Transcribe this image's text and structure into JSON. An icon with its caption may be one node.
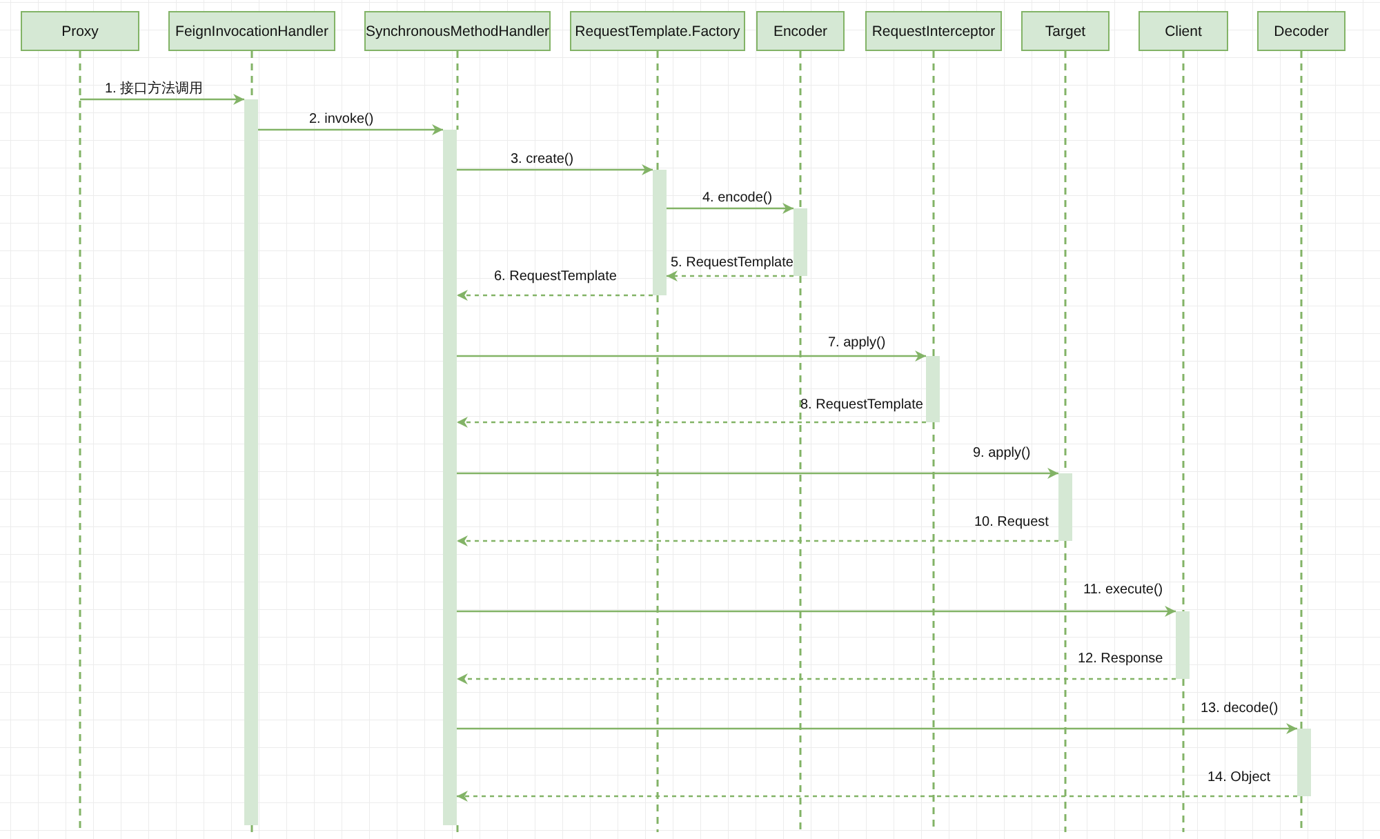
{
  "diagram": {
    "nodes": [
      {
        "text": [
          "Proxy"
        ]
      },
      {
        "text": [
          "FeignInvocationHandler"
        ]
      },
      {
        "text": [
          "SynchronousMethodHandler"
        ]
      },
      {
        "text": [
          "RequestTemplate.Factory"
        ]
      },
      {
        "text": [
          "Encoder"
        ]
      },
      {
        "text": [
          "RequestInterceptor"
        ]
      },
      {
        "text": [
          "Target"
        ]
      },
      {
        "text": [
          "Client"
        ]
      },
      {
        "text": [
          "Decoder"
        ]
      },
      {
        "text": [],
        "shape": "bar"
      },
      {
        "text": [],
        "shape": "bar"
      },
      {
        "text": [],
        "shape": "bar"
      },
      {
        "text": [],
        "shape": "bar"
      },
      {
        "text": [],
        "shape": "bar"
      },
      {
        "text": [],
        "shape": "bar"
      },
      {
        "text": [],
        "shape": "bar"
      },
      {
        "text": [],
        "shape": "bar"
      }
    ],
    "edges": [
      {
        "from": 0,
        "to": 9,
        "arrow": "to",
        "label": "1. 接口方法调用"
      },
      {
        "from": 9,
        "to": 10,
        "arrow": "to",
        "label": "2. invoke()"
      },
      {
        "from": 10,
        "to": 11,
        "arrow": "to",
        "label": "3. create()"
      },
      {
        "from": 11,
        "to": 12,
        "arrow": "to",
        "label": "4. encode()"
      },
      {
        "from": 12,
        "to": 11,
        "arrow": "to",
        "label": "5. RequestTemplate",
        "style": "dashed"
      },
      {
        "from": 11,
        "to": 10,
        "arrow": "to",
        "label": "6. RequestTemplate",
        "style": "dashed"
      },
      {
        "from": 10,
        "to": 13,
        "arrow": "to",
        "label": "7. apply()"
      },
      {
        "from": 13,
        "to": 10,
        "arrow": "to",
        "label": "8. RequestTemplate",
        "style": "dashed"
      },
      {
        "from": 10,
        "to": 14,
        "arrow": "to",
        "label": "9. apply()"
      },
      {
        "from": 14,
        "to": 10,
        "arrow": "to",
        "label": "10. Request",
        "style": "dashed"
      },
      {
        "from": 10,
        "to": 15,
        "arrow": "to",
        "label": "11. execute()"
      },
      {
        "from": 15,
        "to": 10,
        "arrow": "to",
        "label": "12. Response",
        "style": "dashed"
      },
      {
        "from": 10,
        "to": 16,
        "arrow": "to",
        "label": "13. decode()"
      },
      {
        "from": 16,
        "to": 10,
        "arrow": "to",
        "label": "14. Object",
        "style": "dashed"
      },
      {
        "from": 1,
        "to": 9,
        "arrow": "none",
        "style": "dashed"
      },
      {
        "from": 2,
        "to": 10,
        "arrow": "none",
        "style": "dashed"
      },
      {
        "from": 3,
        "to": 11,
        "arrow": "none",
        "style": "dashed"
      },
      {
        "from": 4,
        "to": 12,
        "arrow": "none",
        "style": "dashed"
      },
      {
        "from": 5,
        "to": 13,
        "arrow": "none",
        "style": "dashed"
      },
      {
        "from": 6,
        "to": 14,
        "arrow": "none",
        "style": "dashed"
      },
      {
        "from": 7,
        "to": 15,
        "arrow": "none",
        "style": "dashed"
      },
      {
        "from": 8,
        "to": 16,
        "arrow": "none",
        "style": "dashed"
      }
    ]
  }
}
